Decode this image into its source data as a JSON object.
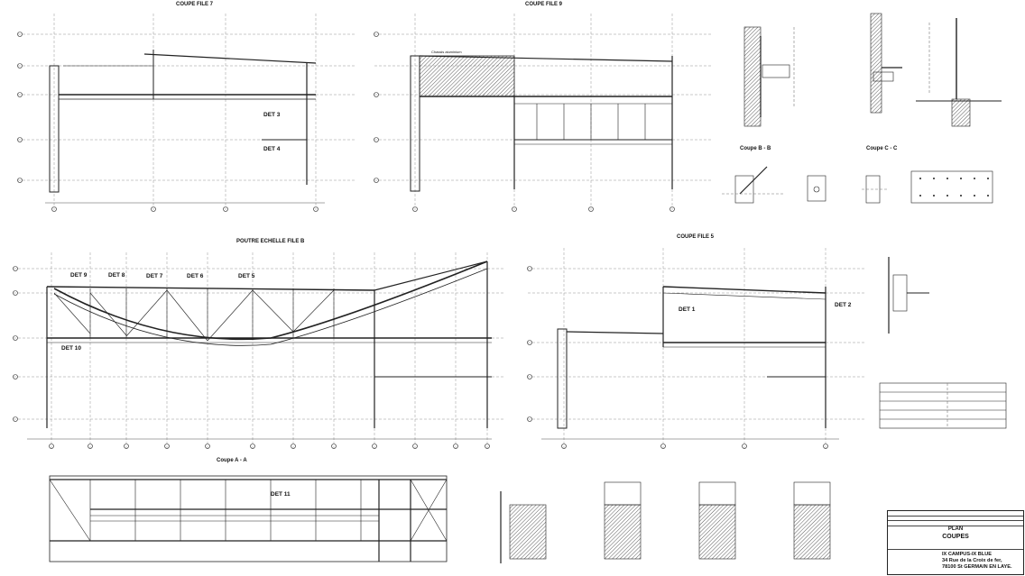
{
  "sheet": {
    "views": {
      "coupe7": "COUPE FILE 7",
      "coupe9": "COUPE FILE 9",
      "poutre": "POUTRE ECHELLE FILE B",
      "coupe5": "COUPE FILE 5",
      "coupeAA": "Coupe A - A",
      "coupeBB": "Coupe B - B",
      "coupeCC": "Coupe C - C"
    },
    "details": {
      "det1": "DET 1",
      "det2": "DET 2",
      "det3": "DET 3",
      "det4": "DET 4",
      "det5": "DET 5",
      "det6": "DET 6",
      "det7": "DET 7",
      "det8": "DET 8",
      "det9": "DET 9",
      "det10": "DET 10",
      "det11": "DET 11"
    },
    "notes": {
      "chassis": "Chassis aluminium"
    }
  },
  "cartouche": {
    "plan": "PLAN",
    "title": "COUPES",
    "company": "IX CAMPUS-IX BLUE",
    "address1": "34 Rue de la Croix de fer,",
    "address2": "78100 St GERMAIN EN LAYE."
  }
}
